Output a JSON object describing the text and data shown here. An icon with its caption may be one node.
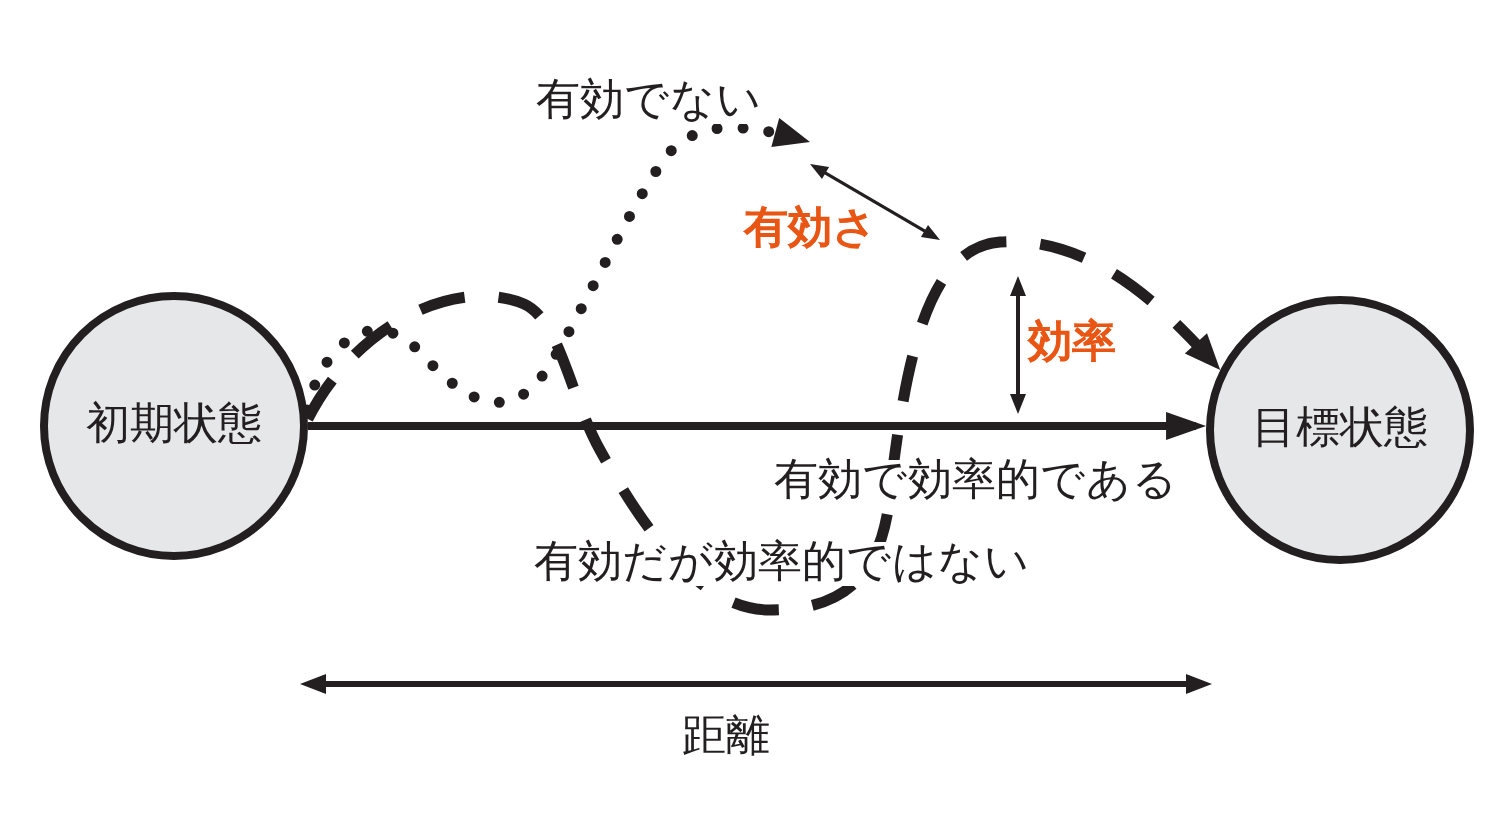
{
  "diagram": {
    "nodes": [
      {
        "text": [
          "初期状態"
        ]
      },
      {
        "text": [
          "目標状態"
        ]
      }
    ],
    "edges": [
      {
        "from": 0,
        "to": 1,
        "arrow": "to",
        "label": "有効で効率的である"
      },
      {
        "from": 0,
        "to": null,
        "arrow": "to",
        "label": "有効でない",
        "style": "dashed"
      },
      {
        "from": 0,
        "to": 1,
        "arrow": "to",
        "label": "有効だが効率的ではない",
        "style": "dashed"
      }
    ],
    "labels": [
      "有効さ",
      "効率",
      "距離"
    ]
  }
}
